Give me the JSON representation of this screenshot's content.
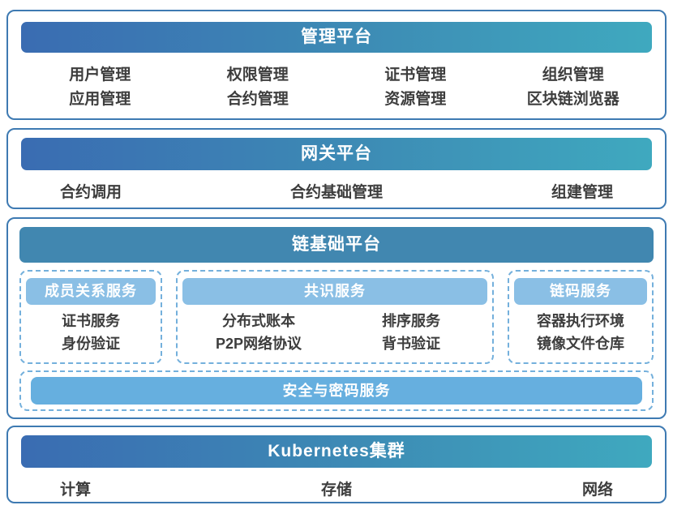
{
  "colors": {
    "section_border": "#3e7ab2",
    "header_gradient_start": "#3a6cb2",
    "header_gradient_end": "#3fa9bf",
    "chain_header_solid": "#4187b0",
    "sub_header_bg": "#8abfe5",
    "security_bar_bg": "#66afdf",
    "dashed_border": "#74b0dc",
    "body_text": "#3d3d3d",
    "header_text": "#ffffff"
  },
  "management_platform": {
    "title": "管理平台",
    "items": [
      "用户管理",
      "权限管理",
      "证书管理",
      "组织管理",
      "应用管理",
      "合约管理",
      "资源管理",
      "区块链浏览器"
    ]
  },
  "gateway_platform": {
    "title": "网关平台",
    "items": [
      "合约调用",
      "合约基础管理",
      "组建管理"
    ]
  },
  "chain_platform": {
    "title": "链基础平台",
    "member_service": {
      "title": "成员关系服务",
      "items": [
        "证书服务",
        "身份验证"
      ]
    },
    "consensus_service": {
      "title": "共识服务",
      "col1": [
        "分布式账本",
        "P2P网络协议"
      ],
      "col2": [
        "排序服务",
        "背书验证"
      ]
    },
    "chaincode_service": {
      "title": "链码服务",
      "items": [
        "容器执行环境",
        "镜像文件仓库"
      ]
    },
    "security_service": {
      "title": "安全与密码服务"
    }
  },
  "kubernetes_cluster": {
    "title": "Kubernetes集群",
    "items": [
      "计算",
      "存储",
      "网络"
    ]
  }
}
